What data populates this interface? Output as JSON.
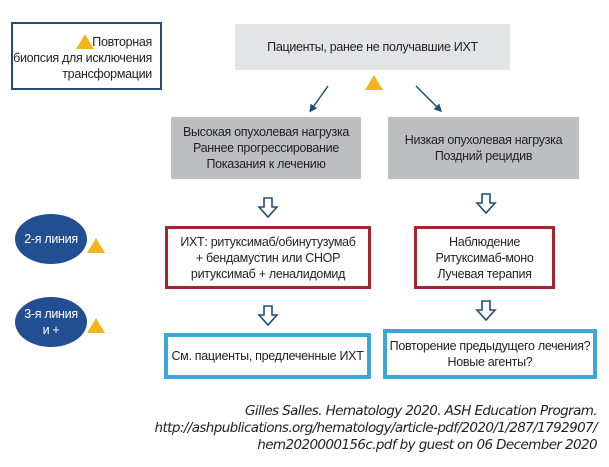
{
  "legend": {
    "icon": "warning-triangle-icon",
    "lines": [
      "Повторная",
      "биопсия для исключения",
      "трансформации"
    ]
  },
  "start_box": {
    "label": "Пациенты, ранее не получавшие ИХТ"
  },
  "branches": {
    "high": {
      "lines": [
        "Высокая опухолевая нагрузка",
        "Раннее прогрессирование",
        "Показания к лечению"
      ]
    },
    "low": {
      "lines": [
        "Низкая опухолевая нагрузка",
        "Поздний рецидив"
      ]
    }
  },
  "lines_of_therapy": [
    {
      "lines": [
        "2-я линия"
      ]
    },
    {
      "lines": [
        "3-я линия",
        "и +"
      ]
    }
  ],
  "second_line": {
    "high": {
      "lines": [
        "ИХТ: ритуксимаб/обинутузумаб",
        "+ бендамустин или CHOP",
        "ритуксимаб + леналидомид"
      ]
    },
    "low": {
      "lines": [
        "Наблюдение",
        "Ритуксимаб-моно",
        "Лучевая терапия"
      ]
    }
  },
  "third_line": {
    "high": {
      "lines": [
        "См. пациенты, предлеченные ИХТ"
      ]
    },
    "low": {
      "lines": [
        "Повторение предыдущего лечения?",
        "Новые агенты?"
      ]
    }
  },
  "citation": {
    "lines": [
      "Gilles Salles. Hematology 2020. ASH Education Program.",
      "http://ashpublications.org/hematology/article-pdf/2020/1/287/1792907/",
      "hem2020000156c.pdf by guest on 06 December 2020"
    ]
  },
  "colors": {
    "legend_border": "#1f4e79",
    "start_box_fill": "#e3e4e5",
    "branch_box_fill": "#bcbec0",
    "second_line_border": "#a6242f",
    "third_line_border": "#3ba7d6",
    "oval_fill": "#214f91",
    "warning_triangle": "#f2b51c",
    "arrow": "#1f4e79"
  }
}
